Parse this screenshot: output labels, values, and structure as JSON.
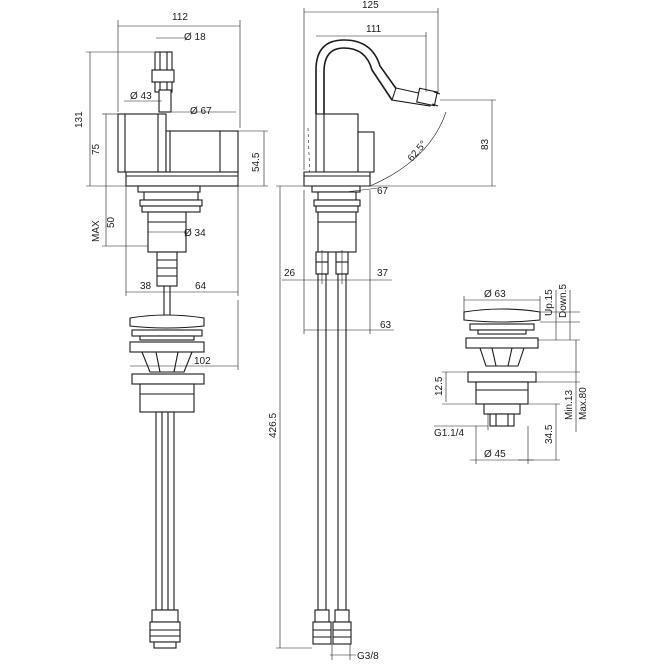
{
  "dimensions": {
    "front_width": "112",
    "outlet_diameter": "Ø 18",
    "body_diameter": "Ø 43",
    "lever_diameter": "Ø 67",
    "total_height": "131",
    "body_height": "75",
    "lever_height": "54.5",
    "max_thickness": "MAX",
    "max_value": "50",
    "shank_diameter": "Ø 34",
    "offset_left": "38",
    "offset_right": "64",
    "base_width": "102",
    "side_width": "125",
    "spout_reach": "111",
    "spout_angle": "62.5°",
    "spout_height": "83",
    "base_angle": "67",
    "hose_left": "26",
    "hose_right": "37",
    "hose_offset": "63",
    "hose_length": "426.5",
    "thread": "G3/8",
    "drain_diameter": "Ø 63",
    "up": "Up.15",
    "down": "Down.5",
    "thread_height": "12.5",
    "drain_thread": "G1.1/4",
    "drain_body_height": "34.5",
    "min": "Min.13",
    "max": "Max.80",
    "drain_base_diameter": "Ø 45"
  }
}
